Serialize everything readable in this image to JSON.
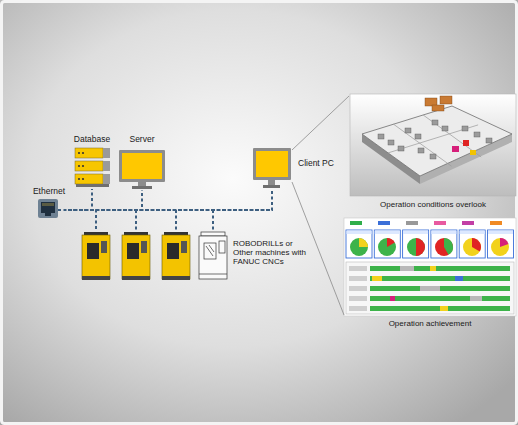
{
  "diagram": {
    "nodes": [
      {
        "text": [
          "Database"
        ]
      },
      {
        "text": [
          "Server"
        ]
      },
      {
        "text": [
          "Ethernet"
        ]
      },
      {
        "text": [
          "Client PC"
        ]
      },
      {
        "text": [
          "ROBODRILLs or Other machines with FANUC CNCs"
        ]
      },
      {
        "text": [
          "Operation conditions overlook"
        ]
      },
      {
        "text": [
          "Operation achievement"
        ]
      }
    ],
    "edges": [
      {
        "from": 2,
        "to": 0,
        "arrow": "none"
      },
      {
        "from": 2,
        "to": 1,
        "arrow": "none"
      },
      {
        "from": 2,
        "to": 3,
        "arrow": "none"
      },
      {
        "from": 2,
        "to": 4,
        "arrow": "none"
      },
      {
        "from": 3,
        "to": 5,
        "arrow": "none"
      },
      {
        "from": 3,
        "to": 6,
        "arrow": "none"
      }
    ]
  }
}
